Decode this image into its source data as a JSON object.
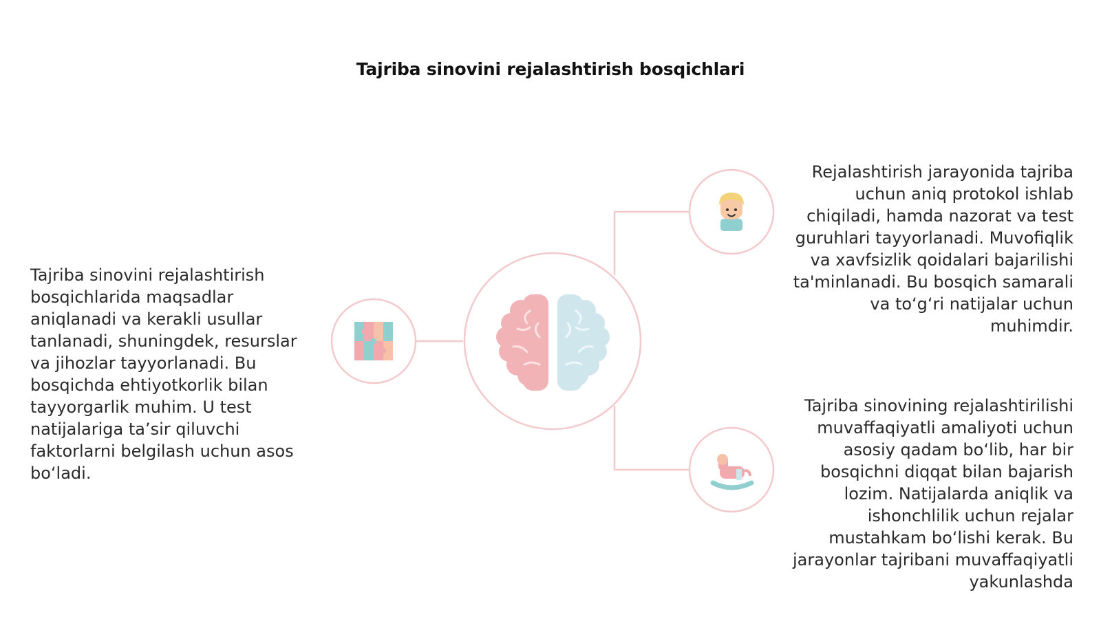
{
  "title": "Tajriba sinovini rejalashtirish bosqichlari",
  "left_text": "Tajriba sinovini rejalashtirish bosqichlarida maqsadlar aniqlanadi va kerakli usullar tanlanadi, shuningdek, resurslar va jihozlar tayyorlanadi. Bu bosqichda ehtiyotkorlik bilan tayyorgarlik muhim. U test natijalariga ta’sir qiluvchi faktorlarni belgilash uchun asos bo‘ladi.",
  "right_text_top": "Rejalashtirish jarayonida tajriba uchun aniq protokol ishlab chiqiladi, hamda nazorat va test guruhlari tayyorlanadi. Muvofiqlik va xavfsizlik qoidalari bajarilishi ta'minlanadi. Bu bosqich samarali va to‘g‘ri natijalar uchun muhimdir.",
  "right_text_bottom": "Tajriba sinovining rejalashtirilishi muvaffaqiyatli amaliyoti uchun asosiy qadam bo‘lib, har bir bosqichni diqqat bilan bajarish lozim. Natijalarda aniqlik va ishonchlilik uchun rejalar mustahkam bo‘lishi kerak. Bu jarayonlar tajribani muvaffaqiyatli yakunlashda",
  "icons": {
    "center": "brain-icon",
    "left": "puzzle-icon",
    "top_right": "child-face-icon",
    "bottom_right": "rocking-horse-icon"
  },
  "colors": {
    "ring": "#f3c9cc",
    "pink": "#f2a9ae",
    "blue": "#cfe6ec",
    "teal": "#8fcfcf"
  }
}
